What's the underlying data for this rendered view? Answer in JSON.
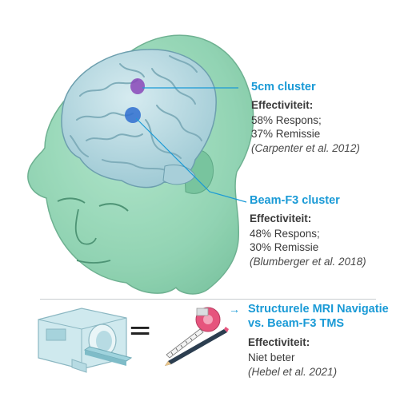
{
  "clusters": [
    {
      "title": "5cm cluster",
      "label": "Effectiviteit:",
      "lines": [
        "58% Respons;",
        "37% Remissie"
      ],
      "reference": "(Carpenter et al. 2012)",
      "marker_color": "#8a47b8"
    },
    {
      "title": "Beam-F3 cluster",
      "label": "Effectiviteit:",
      "lines": [
        "48% Respons;",
        "30% Remissie"
      ],
      "reference": "(Blumberger et al. 2018)",
      "marker_color": "#2f6fd0"
    }
  ],
  "comparison": {
    "arrow": "→",
    "title_lines": [
      "Structurele MRI Navigatie",
      "vs. Beam-F3 TMS"
    ],
    "label": "Effectiviteit:",
    "lines": [
      "Niet beter"
    ],
    "reference": "(Hebel et al. 2021)",
    "equals_sign": "=",
    "icons": [
      "mri-scanner-icon",
      "measuring-tape-icon",
      "pencil-icon"
    ]
  },
  "colors": {
    "accent": "#1a9ad6",
    "head": "#8fd6b4",
    "brain": "#b9dbe4",
    "tape": "#e6547d"
  }
}
